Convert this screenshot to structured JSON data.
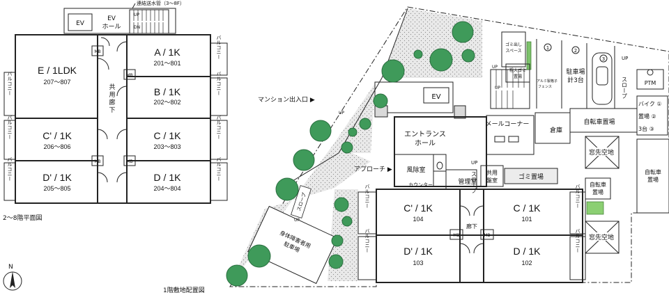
{
  "upper_floor": {
    "caption": "2～8階平面図",
    "ev": "EV",
    "ev_hall": "EV\nホール",
    "pipe_note": "連結送水管（3～8F）",
    "corridor": "共\n用\n廊\n下",
    "mb": "MB",
    "balcony": "バルコニー",
    "up": "UP",
    "dn": "DN",
    "units": [
      {
        "name": "E / 1LDK",
        "range": "207～807"
      },
      {
        "name": "A / 1K",
        "range": "201～801"
      },
      {
        "name": "B / 1K",
        "range": "202～802"
      },
      {
        "name": "C' / 1K",
        "range": "206～806"
      },
      {
        "name": "C / 1K",
        "range": "203～803"
      },
      {
        "name": "D' / 1K",
        "range": "205～805"
      },
      {
        "name": "D / 1K",
        "range": "204～804"
      }
    ]
  },
  "ground_floor": {
    "caption": "1階敷地配置図",
    "entrance_mark": "マンション出入口",
    "approach": "アプローチ",
    "entrance_hall": "エントランス\nホール",
    "ev": "EV",
    "mail_corner": "メールコーナー",
    "windbreak": "風除室",
    "counter": "カウンター",
    "management": "管理室",
    "shared_panel": "共用\n盤室",
    "garbage": "ゴミ置場",
    "storage": "倉庫",
    "garbage_space": "ゴミ出し\nスペース",
    "bulky_garbage": "粗大ゴミ\n置場",
    "aluminum_fence": "アルミ製格子\nフェンス",
    "parking": "駐車場\n計3台",
    "bike_parking_top": "自転車置場",
    "bike_parking_right": "自転車\n置場",
    "bike_parking_mid": "自転車\n置場",
    "window_space": "窓先空地",
    "ptm": "PTM",
    "bike_spaces": [
      "バイク ①",
      "置場 ②",
      "3台 ③"
    ],
    "slope": "スロープ",
    "corridor": "廊下",
    "disabled_parking": "身体障害者用\n駐車場",
    "parking_numbers": [
      "①",
      "②",
      "③"
    ],
    "up": "UP",
    "mb": "MB",
    "balcony": "バルコニー",
    "units": [
      {
        "name": "C' / 1K",
        "number": "104"
      },
      {
        "name": "C / 1K",
        "number": "101"
      },
      {
        "name": "D' / 1K",
        "number": "103"
      },
      {
        "name": "D / 1K",
        "number": "102"
      }
    ]
  },
  "compass": {
    "label": "N"
  }
}
